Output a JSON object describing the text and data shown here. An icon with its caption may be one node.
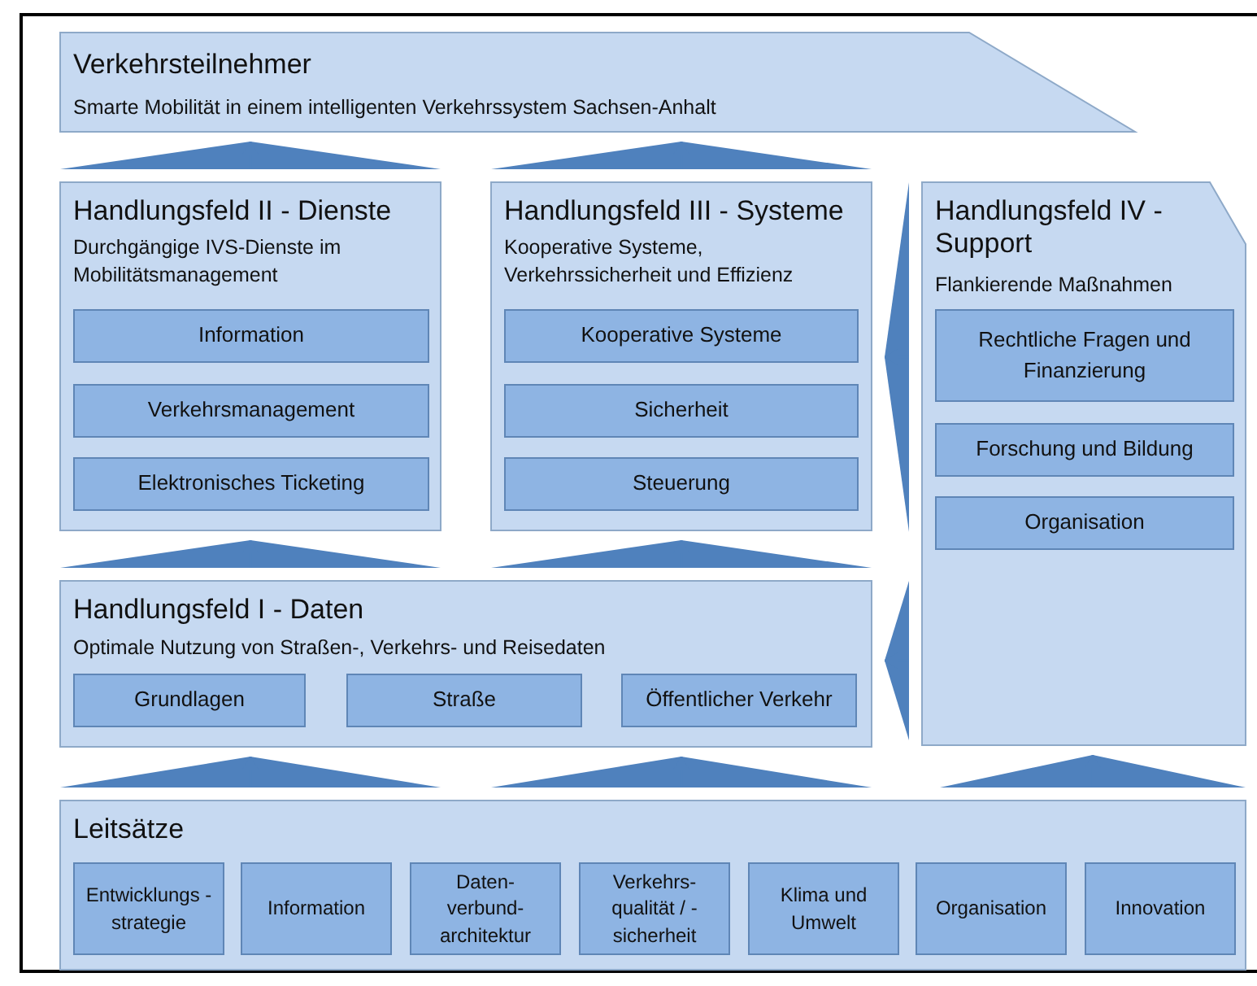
{
  "diagram": {
    "nodes": [
      {
        "text": [
          "Verkehrsteilnehmer",
          "Smarte Mobilität in einem intelligenten Verkehrssystem Sachsen-Anhalt"
        ]
      },
      {
        "text": [
          "Handlungsfeld II - Dienste",
          "Durchgängige IVS-Dienste im Mobilitätsmanagement"
        ]
      },
      {
        "text": [
          "Information"
        ],
        "in": 1
      },
      {
        "text": [
          "Verkehrsmanagement"
        ],
        "in": 1
      },
      {
        "text": [
          "Elektronisches Ticketing"
        ],
        "in": 1
      },
      {
        "text": [
          "Handlungsfeld III - Systeme",
          "Kooperative Systeme, Verkehrssicherheit und Effizienz"
        ]
      },
      {
        "text": [
          "Kooperative Systeme"
        ],
        "in": 5
      },
      {
        "text": [
          "Sicherheit"
        ],
        "in": 5
      },
      {
        "text": [
          "Steuerung"
        ],
        "in": 5
      },
      {
        "text": [
          "Handlungsfeld IV - Support",
          "Flankierende Maßnahmen"
        ]
      },
      {
        "text": [
          "Rechtliche Fragen und Finanzierung"
        ],
        "in": 9
      },
      {
        "text": [
          "Forschung und Bildung"
        ],
        "in": 9
      },
      {
        "text": [
          "Organisation"
        ],
        "in": 9
      },
      {
        "text": [
          "Handlungsfeld I - Daten",
          "Optimale Nutzung von Straßen-, Verkehrs- und Reisedaten"
        ]
      },
      {
        "text": [
          "Grundlagen"
        ],
        "in": 13
      },
      {
        "text": [
          "Straße"
        ],
        "in": 13
      },
      {
        "text": [
          "Öffentlicher Verkehr"
        ],
        "in": 13
      },
      {
        "text": [
          "Leitsätze"
        ]
      },
      {
        "text": [
          "Entwicklungs -strategie"
        ],
        "in": 17
      },
      {
        "text": [
          "Information"
        ],
        "in": 17
      },
      {
        "text": [
          "Daten- verbund- architektur"
        ],
        "in": 17
      },
      {
        "text": [
          "Verkehrs- qualität / -sicherheit"
        ],
        "in": 17
      },
      {
        "text": [
          "Klima und Umwelt"
        ],
        "in": 17
      },
      {
        "text": [
          "Organisation"
        ],
        "in": 17
      },
      {
        "text": [
          "Innovation"
        ],
        "in": 17
      }
    ],
    "edges": [
      {
        "from": 17,
        "to": 13,
        "arrow": "to"
      },
      {
        "from": 17,
        "to": 13,
        "arrow": "to"
      },
      {
        "from": 17,
        "to": 9,
        "arrow": "to"
      },
      {
        "from": 13,
        "to": 1,
        "arrow": "to"
      },
      {
        "from": 13,
        "to": 5,
        "arrow": "to"
      },
      {
        "from": 1,
        "to": 0,
        "arrow": "to"
      },
      {
        "from": 5,
        "to": 0,
        "arrow": "to"
      },
      {
        "from": 9,
        "to": 5,
        "arrow": "to"
      },
      {
        "from": 9,
        "to": 13,
        "arrow": "to"
      }
    ]
  }
}
